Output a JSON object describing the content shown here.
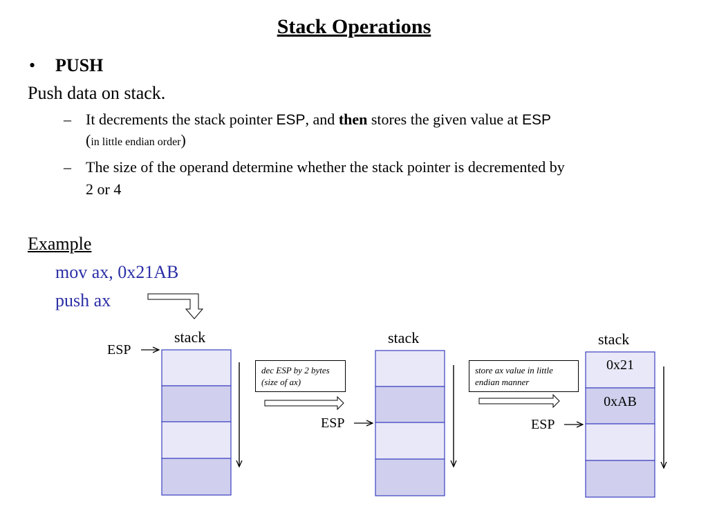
{
  "title": "Stack Operations",
  "bullet": {
    "symbol": "•",
    "heading": "PUSH",
    "line": "Push data on stack."
  },
  "sub1": {
    "dash": "–",
    "text_a": "It decrements the stack pointer ",
    "reg1": "ESP",
    "text_b": ", and ",
    "bold": "then",
    "text_c": " stores the given value at ",
    "reg2": "ESP",
    "paren_open": "(",
    "small": "in little endian order",
    "paren_close": ")"
  },
  "sub2": {
    "dash": "–",
    "line1": "The size of the operand determine  whether the stack pointer is decremented by",
    "line2": "2 or 4"
  },
  "example": {
    "heading": "Example",
    "code_line1": "mov  ax, 0x21AB",
    "code_line2": "push ax"
  },
  "stacks": [
    {
      "label": "stack",
      "esp": "ESP",
      "cells": [
        "",
        "",
        "",
        ""
      ]
    },
    {
      "label": "stack",
      "esp": "ESP",
      "cells": [
        "",
        "",
        "",
        ""
      ]
    },
    {
      "label": "stack",
      "esp": "ESP",
      "cells": [
        "0x21",
        "0xAB",
        "",
        ""
      ]
    }
  ],
  "notes": {
    "note1": "dec ESP by 2 bytes (size of ax)",
    "note2": "store ax value in little endian manner"
  },
  "colors": {
    "cell_light": "#e8e8f8",
    "cell_dark": "#d0d0ee",
    "cell_border": "#3b3fbf",
    "code": "#2b2fa6"
  }
}
